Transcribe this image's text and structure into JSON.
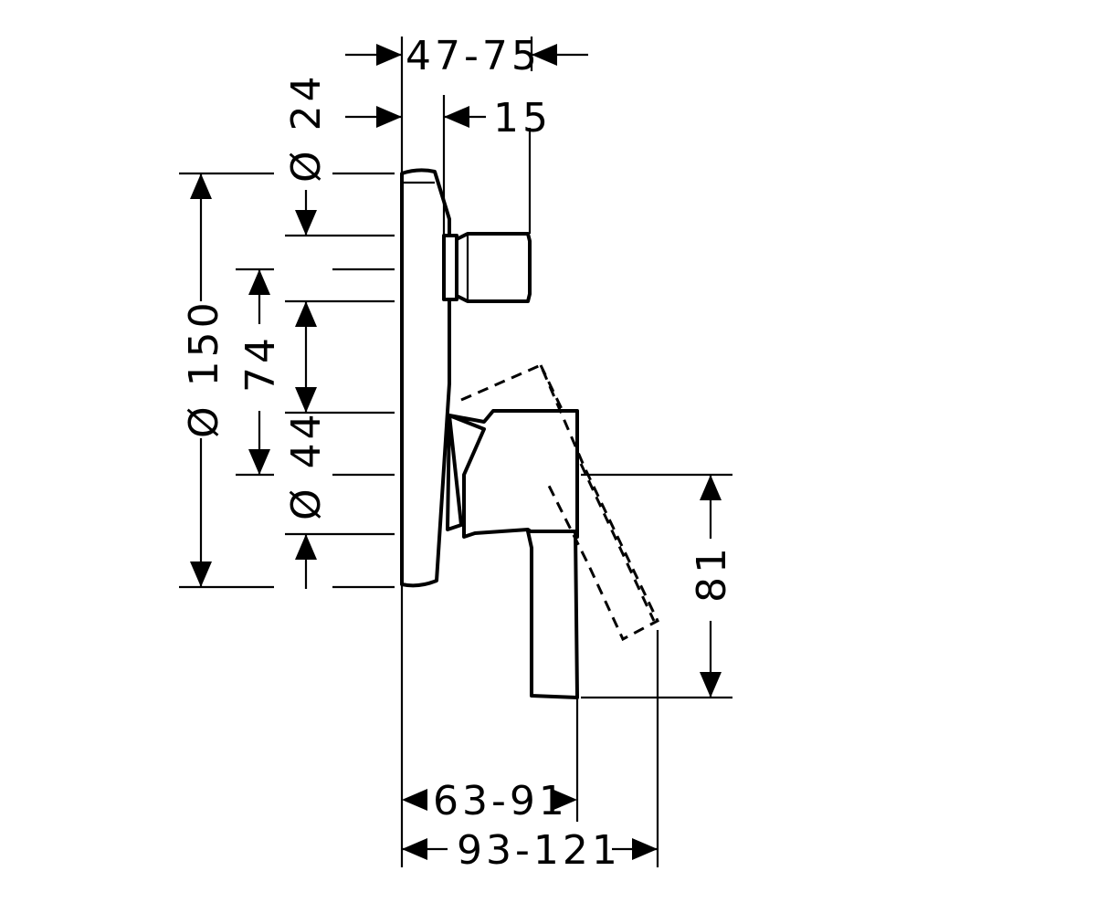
{
  "drawing": {
    "dimensions": {
      "top_depth": "47-75",
      "top_outlet": "15",
      "dia_outlet": "Ø 24",
      "dia_plate": "Ø 150",
      "center_distance": "74",
      "dia_handle": "Ø 44",
      "handle_length": "81",
      "depth_front": "63-91",
      "depth_rotated": "93-121"
    }
  }
}
